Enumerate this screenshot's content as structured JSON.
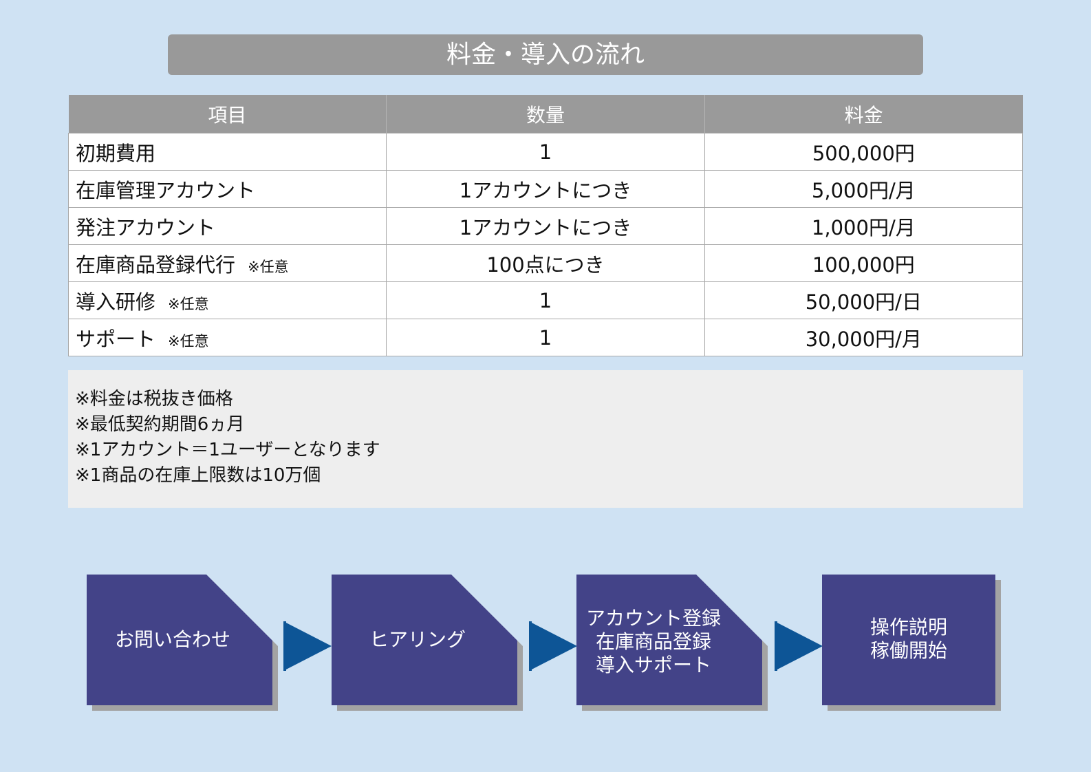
{
  "title": "料金・導入の流れ",
  "table": {
    "headers": [
      "項目",
      "数量",
      "料金"
    ],
    "rows": [
      {
        "item": "初期費用",
        "note": "",
        "qty": "1",
        "price": "500,000円"
      },
      {
        "item": "在庫管理アカウント",
        "note": "",
        "qty": "1アカウントにつき",
        "price": "5,000円/月"
      },
      {
        "item": "発注アカウント",
        "note": "",
        "qty": "1アカウントにつき",
        "price": "1,000円/月"
      },
      {
        "item": "在庫商品登録代行",
        "note": "※任意",
        "qty": "100点につき",
        "price": "100,000円"
      },
      {
        "item": "導入研修",
        "note": "※任意",
        "qty": "1",
        "price": "50,000円/日"
      },
      {
        "item": "サポート",
        "note": "※任意",
        "qty": "1",
        "price": "30,000円/月"
      }
    ]
  },
  "notes": [
    "※料金は税抜き価格",
    "※最低契約期間6ヵ月",
    "※1アカウント＝1ユーザーとなります",
    "※1商品の在庫上限数は10万個"
  ],
  "flow": {
    "steps": [
      {
        "lines": [
          "お問い合わせ"
        ]
      },
      {
        "lines": [
          "ヒアリング"
        ]
      },
      {
        "lines": [
          "アカウント登録",
          "在庫商品登録",
          "導入サポート"
        ]
      },
      {
        "lines": [
          "操作説明",
          "稼働開始"
        ]
      }
    ]
  },
  "colors": {
    "background": "#cfe2f3",
    "header_gray": "#9a9a9a",
    "step_fill": "#434388",
    "arrow": "#0d5596"
  }
}
